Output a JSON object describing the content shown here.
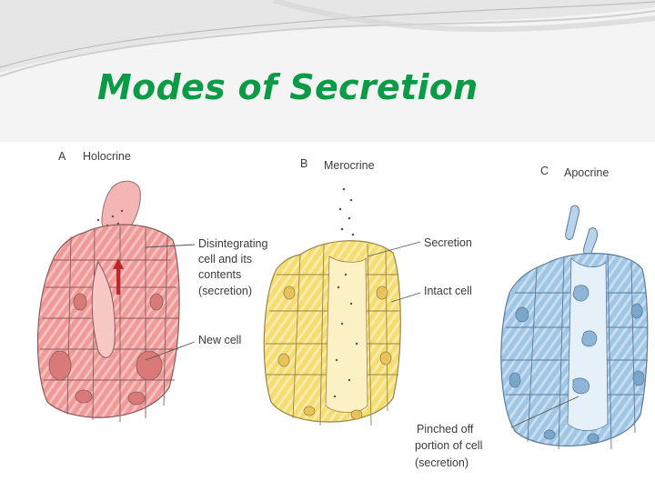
{
  "title": "Modes of Secretion",
  "panels": [
    {
      "letter": "A",
      "name": "Holocrine",
      "labels": [
        "Disintegrating",
        "cell and its",
        "contents",
        "(secretion)",
        "New cell"
      ]
    },
    {
      "letter": "B",
      "name": "Merocrine",
      "labels": [
        "Secretion",
        "Intact cell"
      ]
    },
    {
      "letter": "C",
      "name": "Apocrine",
      "labels": [
        "Pinched off",
        "portion of cell",
        "(secretion)"
      ]
    }
  ],
  "colors": {
    "title": "#0b9a45",
    "holocrine": "#f09a9a",
    "merocrine": "#f4dc6a",
    "apocrine": "#9cc4e4"
  }
}
